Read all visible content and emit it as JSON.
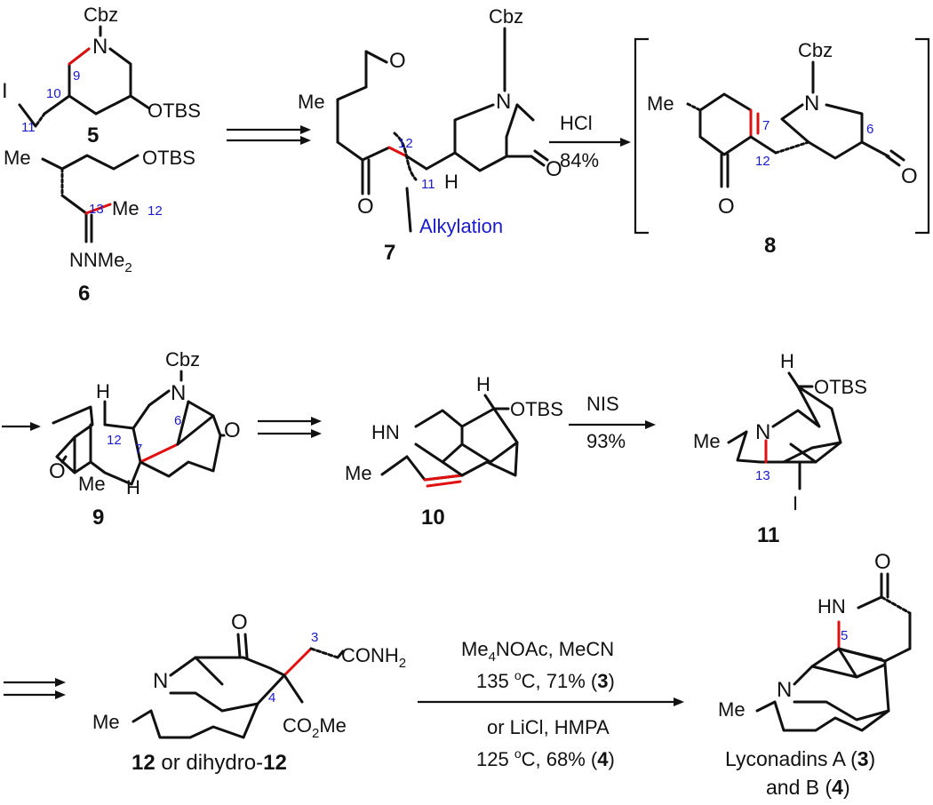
{
  "compounds": {
    "c5": "5",
    "c6": "6",
    "c7": "7",
    "c8": "8",
    "c9": "9",
    "c10": "10",
    "c11": "11",
    "c12_main": "12",
    "c12_or": " or dihydro-",
    "c12_end": "12"
  },
  "groups": {
    "cbz": "Cbz",
    "n": "N",
    "i": "I",
    "otbs": "OTBS",
    "me": "Me",
    "h": "H",
    "o": "O",
    "hn": "HN",
    "nnme2": "NNMe",
    "sub2": "2",
    "conh2": "CONH",
    "co2me": "CO",
    "co2me_end": "Me"
  },
  "atom_numbers": {
    "n3": "3",
    "n4": "4",
    "n5": "5",
    "n6": "6",
    "n7": "7",
    "n9": "9",
    "n10": "10",
    "n11": "11",
    "n12": "12",
    "n13": "13"
  },
  "annotations": {
    "alkylation": "Alkylation"
  },
  "reagents": {
    "hcl": "HCl",
    "hcl_yield": "84%",
    "nis": "NIS",
    "nis_yield": "93%",
    "step_a_line1": "Me",
    "step_a_line1_sub": "4",
    "step_a_line1_rest": "NOAc, MeCN",
    "step_a_line2_temp": "135 ",
    "step_a_line2_deg": "o",
    "step_a_line2_rest": "C, 71% (",
    "step_a_line2_cpd": "3",
    "step_a_line2_close": ")",
    "step_b_line1": "or LiCl, HMPA",
    "step_b_line2_temp": "125 ",
    "step_b_line2_deg": "o",
    "step_b_line2_rest": "C, 68% (",
    "step_b_line2_cpd": "4",
    "step_b_line2_close": ")"
  },
  "product": {
    "line1": "Lyconadins A (",
    "line1_cpd": "3",
    "line1_close": ")",
    "line2": "and B (",
    "line2_cpd": "4",
    "line2_close": ")"
  }
}
